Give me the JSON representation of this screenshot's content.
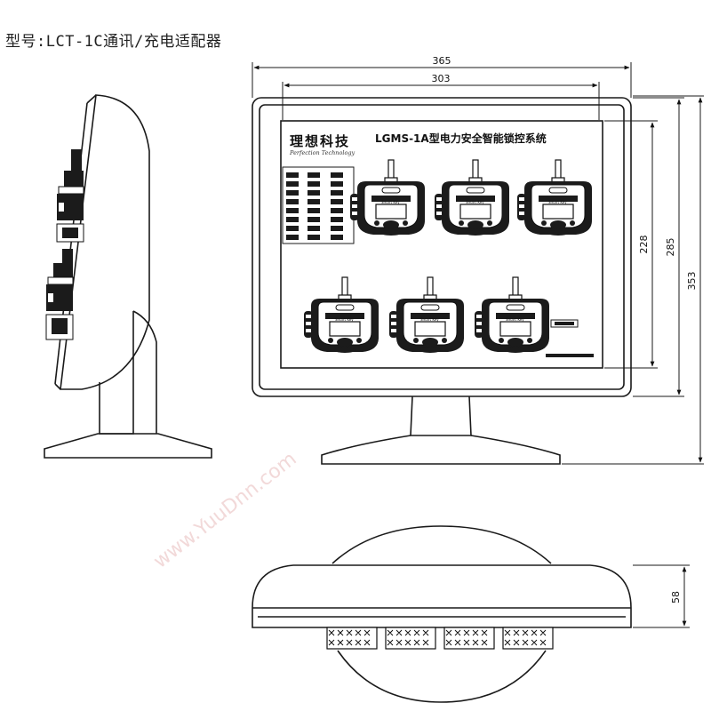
{
  "title": "型号:LCT-1C通讯/充电适配器",
  "brand": {
    "name": "理想科技",
    "subtitle": "Perfection Technology"
  },
  "system_title": "LGMS-1A型电力安全智能锁控系统",
  "device_label": "Smart Key",
  "dimensions": {
    "outer_width": "365",
    "screen_width": "303",
    "screen_height": "228",
    "body_height": "285",
    "total_height": "353",
    "depth": "58"
  },
  "watermark": "www.YuuDnn.com"
}
